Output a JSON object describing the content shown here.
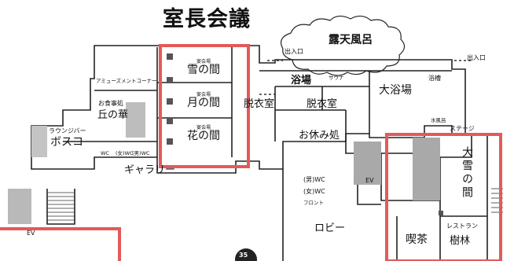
{
  "title": "室長会議",
  "rooms": {
    "yuki": {
      "caption": "宴会場",
      "name": "雪の間"
    },
    "tsuki": {
      "caption": "宴会場",
      "name": "月の間"
    },
    "hana": {
      "caption": "宴会場",
      "name": "花の間"
    }
  },
  "labels": {
    "roten": "露天風呂",
    "deiriguchi_left": "出入口",
    "deiriguchi_right": "出入口",
    "yokujo": "浴場",
    "daiyokujo": "大浴場",
    "yokuso": "浴槽",
    "datsuiko_left": "脱衣室",
    "datsuiko_right": "脱衣室",
    "oyasumi": "お休み処",
    "amusement": "アミューズメントコーナー",
    "oyakusha": "お食事処",
    "oka_no_hana": "丘の華",
    "lounge_caption": "ラウンジバー",
    "bosco": "ボスコ",
    "gallery": "ギャラリー",
    "wc_men": "(男)WC",
    "wc_women": "(女)WC",
    "wc_general": "WC",
    "front": "フロント",
    "lobby": "ロビー",
    "ev_left": "EV",
    "ev_right": "EV",
    "kissa": "喫茶",
    "restaurant": "レストラン",
    "juurin": "樹林",
    "stage": "ステージ",
    "daisetsu": "大雪の間",
    "sauna": "サウナ",
    "mizuburo": "水風呂",
    "kaidan_number": "35"
  },
  "highlight_color": "#e35a5a"
}
